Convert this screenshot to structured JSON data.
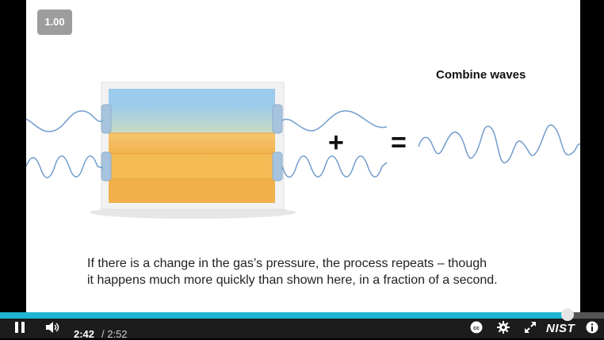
{
  "player": {
    "speed_label": "1.00",
    "time_current": "2:42",
    "time_separator": "/",
    "time_duration": "2:52",
    "progress": 0.94,
    "logo_text": "NIST",
    "accent_color": "#1fb5d4"
  },
  "slide": {
    "title": "Combine waves",
    "caption_line1": "If there is a change in the gas’s pressure, the process repeats – though",
    "caption_line2": "it happens much more quickly than shown here, in a fraction of a second.",
    "plus_sign": "+",
    "equals_sign": "="
  },
  "controls": {
    "icons": [
      "pause-icon",
      "volume-icon",
      "closed-captions-icon",
      "settings-icon",
      "fullscreen-icon",
      "info-icon"
    ]
  }
}
